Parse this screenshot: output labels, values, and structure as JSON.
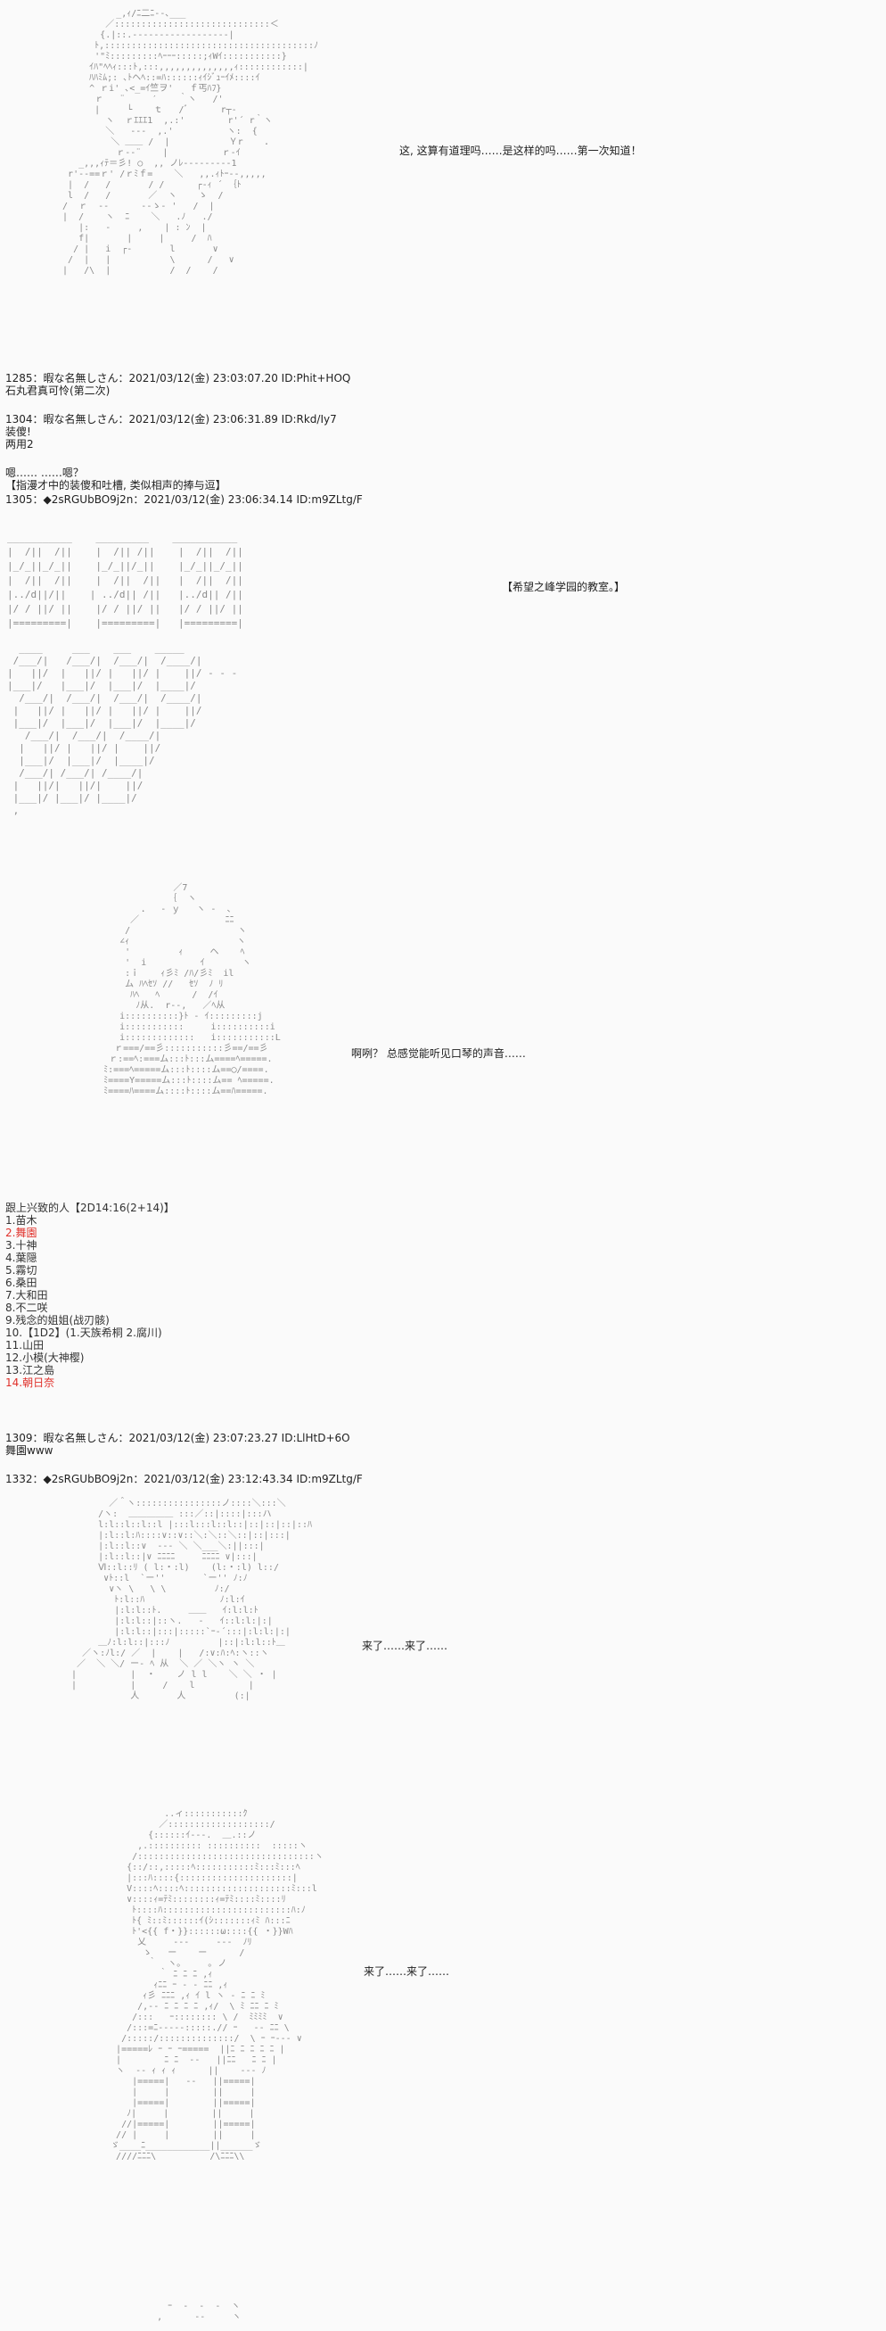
{
  "captions": {
    "c1": "这, 这算有道理吗……是这样的吗……第一次知道！",
    "c2": "【希望之峰学园的教室。】",
    "c3": "啊咧？  总感觉能听见口琴的声音……",
    "c4": "来了……来了……",
    "c5": "来了……来了……"
  },
  "posts": {
    "p1285_header": "1285：暇な名無しさん：2021/03/12(金) 23:03:07.20 ID:Phit+HOQ",
    "p1285_body": "石丸君真可怜(第二次)",
    "p1304_header": "1304：暇な名無しさん：2021/03/12(金) 23:06:31.89 ID:Rkd/Iy7",
    "p1304_body1": "装傻!",
    "p1304_body2": "两用2",
    "p1305_pre1": "嗯……  ……嗯？",
    "p1305_pre2": "【指漫才中的装傻和吐槽, 类似相声的捧与逗】",
    "p1305_header": "1305：◆2sRGUbBO9j2n：2021/03/12(金) 23:06:34.14 ID:m9ZLtg/F",
    "p1309_header": "1309：暇な名無しさん：2021/03/12(金) 23:07:23.27 ID:LlHtD+6O",
    "p1309_body": "舞園www",
    "p1332_header": "1332：◆2sRGUbBO9j2n：2021/03/12(金) 23:12:43.34 ID:m9ZLtg/F"
  },
  "roll": {
    "title": "跟上兴致的人【2D14:16(2+14)】",
    "items": [
      {
        "text": "1.苗木",
        "red": false
      },
      {
        "text": "2.舞園",
        "red": true
      },
      {
        "text": "3.十神",
        "red": false
      },
      {
        "text": "4.葉隠",
        "red": false
      },
      {
        "text": "5.霧切",
        "red": false
      },
      {
        "text": "6.桑田",
        "red": false
      },
      {
        "text": "7.大和田",
        "red": false
      },
      {
        "text": "8.不二咲",
        "red": false
      },
      {
        "text": "9.残念的姐姐(战刃骸)",
        "red": false
      },
      {
        "text": "10.【1D2】(1.天族希桐  2.腐川)",
        "red": false
      },
      {
        "text": "11.山田",
        "red": false
      },
      {
        "text": "12.小模(大神樱)",
        "red": false
      },
      {
        "text": "13.江之島",
        "red": false
      },
      {
        "text": "14.朝日奈",
        "red": true
      }
    ]
  },
  "art": {
    "a1": "            _,ｨ/ﾆ二ﾆ‐-､___\n          ／:::::::::::::::::::::::::::::＜\n         {.|::.-‐‐‐‐‐‐‐‐‐‐‐‐‐‐‐‐‐|\n        ﾄ,:::::::::::::::::::::::::::::::::::::::ﾉ\n        '\"ﾐ:::::::::ﾍｰｰｰ:::::;ｨWｲ:::::::::::}\n       ｲﾊ\"ﾍﾍｨ:::ﾄ,:::,,,,,,,,,,,,,,ｨ::::::::::::|\n       ﾊﾊﾐﾑ;: ､ﾄヘﾍ::=ﾊ::::::ｨｲｼﾞｭｰｲﾒ::::ｲ\n       ^ ｒi' ､<_=ｲ竺ヲ'   ｆ丐ﾊﾌ}\n        ｒ   ¨     ′    ｀ヽ   /'\n        |     └    ｔ   /ﾞ      r┬-\n          ヽ  ｒｴｴｴ1  ,.:'        r'´ r｀ヽ\n          ＼   ‐‐‐  ,.'          ヽ:  {\n           ＼ ＿＿ /  |           Ｙr    ．\n            ｒ-‐¨    |          ｒ‐ｲ\n     _,,,ｨﾃ＝彡! ○  ,, ノﾚ‐--------1\n   r'‐‐==ｒ' /ｒﾐｆ=    ＼   ,,.ｨﾄｰ--,,,,,\n   |  /   /       / /      ┌‐ｨ ´ ｛ﾄ\n   l  /   /       ／  ヽ    ゝ  /\n  /  ｒ  ‐-      ‐‐ゝ- '   /  |\n  |  /    ヽ  ﾆ    ＼   .ﾉ   ./\n     |:   ‐     ,    | : ﾝ  |\n     f|       |     |     /  ﾊ\n    / |   i  ┌-       l       ∨\n   /  |   |           \\      /   ∨\n  |   /\\  |           /  /    /",
    "a2": "___________    _________    ___________\n|  /||  /||    |  /|| /||    |  /||  /||\n|_/_||_/_||    |_/_||/_||    |_/_||_/_||\n|  /||  /||    |  /||  /||   |  /||  /||\n|../d||/||    | ../d|| /||   |../d|| /||\n|/ / ||/ ||    |/ / ||/ ||   |/ / ||/ ||\n|=========|    |=========|   |=========|",
    "a3": "  ____     ___    ___    _____\n /___/|   /___/|  /___/|  /____/|\n|   ||/  |   ||/ |   ||/ |    ||/ - - -\n|___|/   |___|/  |___|/  |____|/\n  /___/|  /___/|  /___/|  /____/|\n |   ||/ |   ||/ |   ||/ |    ||/\n |___|/  |___|/  |___|/  |____|/\n   /___/|  /___/|  /____/|\n  |   ||/ |   ||/ |    ||/\n  |___|/  |___|/  |____|/\n  /___/| /___/| /____/|\n |   ||/|   ||/|    ||/\n |___|/ |___|/ |____|/\n ,",
    "a4": "                 ／7\n                ｛  ヽ\n           ．  ‐ ｙ   ヽ ‐  、\n         ／                ﾆﾆ\n        /                    ヽ\n       ∠ｨ                    ヽ\n        '         ｨ     ヘ    ﾍ\n        '  i          ｲ       ヽ\n        :ｉ    ｨ彡ﾐ /ﾊ/彡ﾐ  il\n        ム ﾊﾍｾｿ //   ｾｿ  ﾉ ﾘ\n         ﾊﾍ   ﾍ      /  /ｲ\n          ﾉ从.  r--,   ／ﾍ从\n       i::::::::::}ﾄ - ｲ:::::::::j\n       i:::::::::::     i::::::::::i\n       i:::::::::::::   i:::::::::::L\n      ｒ===/==彡:::::::::::彡==/==彡\n     ｒ:==ﾍ:===ム:::ﾄ:::ム====ﾍ=====.\n    ﾐ:===ﾍ=====ム:::ﾄ::::ム==◯/====.\n    ﾐ====Y=====ム:::ﾄ::::ム== ﾍ=====.\n    ﾐ====ﾊ====ム::::ﾄ::::ム==ﾊ=====.",
    "a5": "          ／＾ヽ::::::::::::::::ノ::::＼:::＼\n        /ヽ:  ＿＿＿＿＿ :::／::|::::|:::ハ\n        l:l::l::l::l |:::l:::l::l::|::|::|::|::ﾊ\n        |:l::l:ﾊ::::∨::∨::＼:＼::＼::|::|:::|\n        |:l::l::∨  ‐‐‐ ＼ ＼___＼:||:::|\n        |:l::l::|∨ ﾆﾆﾆﾆ     ﾆﾆﾆﾆ ∨|:::|\n        Ⅵ::l::ﾘ ( l:・:l)    (l:・:l) l::/\n         ∨ﾄ::l  `ー''       `ー'' ﾉ:ﾉ\n          ∨ヽ \\   \\ \\         ﾉ:/\n           ﾄ:l::ﾊ              ﾉ:l:ｲ\n           |:l:l::ﾄ.     ＿＿   ｲ:l:l:ﾄ\n           |:l:l::|::ヽ.   ‐   ｲ::l:l:|:|\n           |:l:l::|:::|:::::`ｰ‐´:::|:l:l:|:|\n        ＿ﾉ:l:l::|:::ﾉ         |::|:l:l::ﾄ＿\n     ／ヽ:ﾉl:/ ／  |    |   /:∨:ﾊ:ﾍ:ヽ::ヽ\n    ／  ＼ ＼/ ー‐ ﾍ 从  ＼ ／ ＼ヽ ヽ ＼\n   |          |  ・    ノ l l    ＼ ＼ ・ |\n   |          |     /    l          |\n              人       人         (:|",
    "a6": "            ..ィ:::::::::::ｸ\n           ／:::::::::::::::::::/\n         {::::::ｲ‐--.  ＿.::ノ\n       ,.:::::::::: ::::::::::  :::::ヽ\n      /:::::::::::::::::::::::::::::::::ヽ\n     {::/::,:::::ﾍ:::::::::::ﾐ:::ﾐ:::ﾍ\n     |:::ﾊ::::{:::::::::::::::::::::|\n     V::::ﾍ::::ﾍ::::::::::::::::::::ﾐ:::l\n     ∨::::ｨ=ﾃﾐ::::::::ｨ=ﾃﾐ::::ﾐ::::ﾘ\n      ﾄ::::ﾊ::::::::::::::::::::::::ﾊ:ﾉ\n      ﾄ{ ﾐ::ﾐ::::::ｲ(ｼ:::::::ｨﾐ ﾊ:::ﾆ\n      ﾄ'<{{ f・}}::::::ω::::{{ ・}}Wﾊ\n       乂     ‐‐‐     ‐‐‐  ﾉﾘ\n        ゝ   ー    ー      /\n         ｀  ヽ｡     ｡ ノ\n           ｀ ﾆ ﾆ ﾆ ,ｨ\n          ｨﾆﾆ ｰ ‐ ‐ ﾆﾆ ,ｨ\n        ｨ彡 ﾆﾆﾆ ,ｨ ｲ l ヽ ‐ ﾆ ﾆ ﾐ\n       /,-- ﾆ ﾆ ﾆ ﾆ ,ｨ/  \\ ﾐ ﾆﾆ ﾆ ﾐ\n      /:::   ｰ:::::::: \\ /  ﾐﾐﾐﾐ  ∨\n     /:::=ﾆ‐‐‐‐‐:::::.// ｰ   ‐‐ ﾆﾆ \\\n    /:::::/::::::::::::::/  \\ ｰ ｰ‐‐‐ ∨\n   |=====ﾚ ｰ ｰ ｰ=====  ||ﾆ ﾆ ﾆ ﾆ ﾆ |\n   |        ﾆ ﾆ  ‐‐   ||ﾆﾆ   ﾆ ﾆ |\n   ヽ  ‐‐ ｨ ｨ ｨ      ||    ‐‐‐ ﾉ\n      |=====|   ‐‐   ||=====|\n      |     |        ||     |\n      |=====|        ||=====|\n     ﾉ|     |        ||     |\n    //|=====|        ||=====|\n   // |     |        ||     |\n  ゞ____ﾆ____________||______ゞ\n   ////ﾆﾆﾆ\\          /\\ﾆﾆﾆ\\\\",
    "a7": "        ｰ  ‐  ‐  ‐  ヽ\n      ,      ‐‐     ヽ"
  }
}
